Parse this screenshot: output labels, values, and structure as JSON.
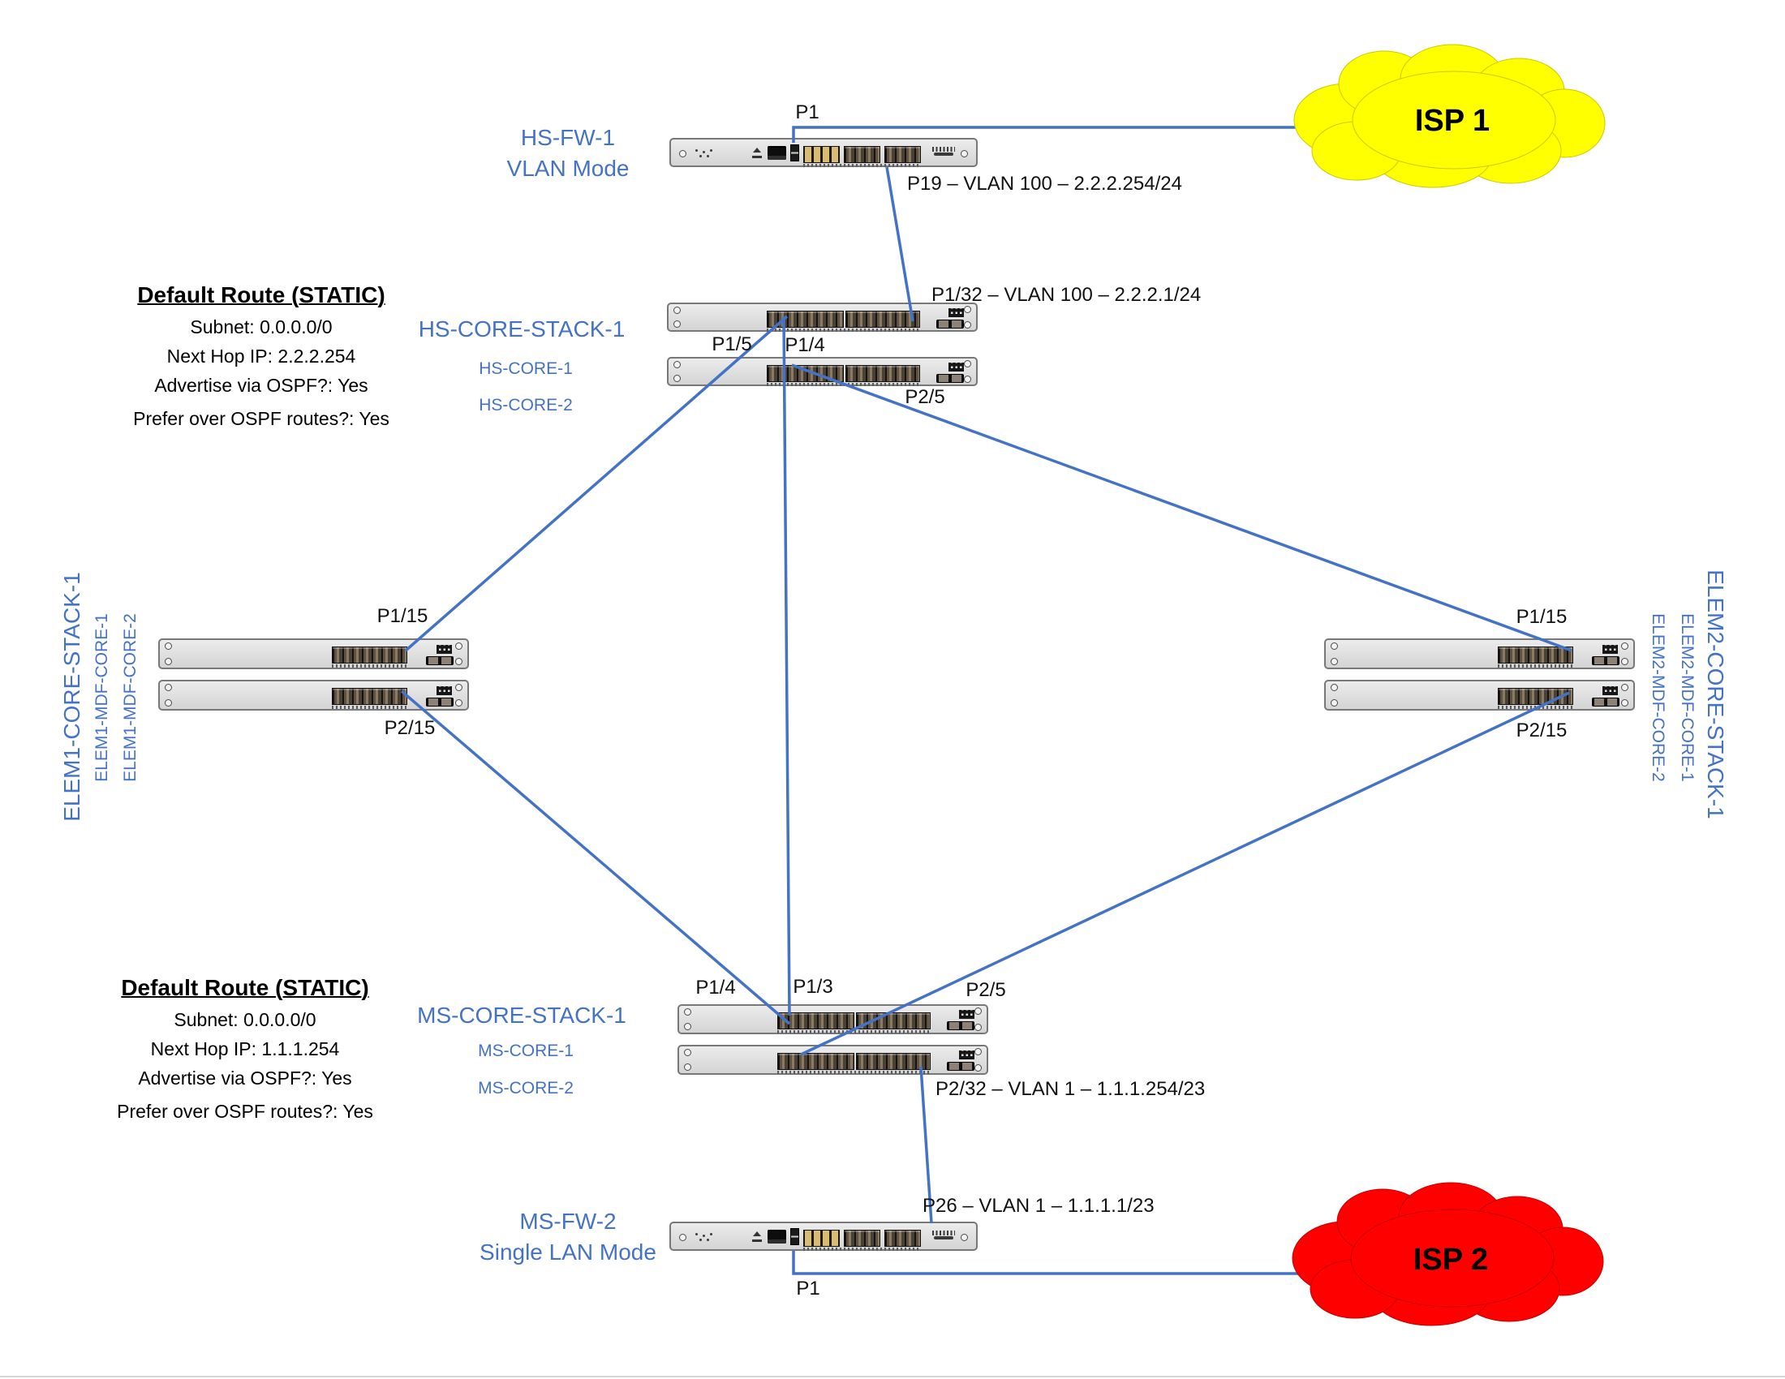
{
  "colors": {
    "connector_blue": "#4472C4",
    "device_label_blue": "#4472C4",
    "cloud_yellow": "#FFFF00",
    "cloud_red": "#FF0000",
    "chassis_gray": "#D9D9D9"
  },
  "isp1": {
    "label": "ISP 1"
  },
  "isp2": {
    "label": "ISP 2"
  },
  "hs_fw": {
    "name": "HS-FW-1",
    "mode": "VLAN Mode",
    "wan_port": "P1",
    "lan_port": "P19 – VLAN 100 – 2.2.2.254/24"
  },
  "hs_core": {
    "stack_name": "HS-CORE-STACK-1",
    "member_1": "HS-CORE-1",
    "member_2": "HS-CORE-2",
    "uplink_port": "P1/32 – VLAN 100 – 2.2.2.1/24",
    "port_to_elem1": "P1/5",
    "port_to_ms": "P1/4",
    "port_to_elem2": "P2/5"
  },
  "hs_route": {
    "title": "Default Route (STATIC)",
    "subnet": "Subnet: 0.0.0.0/0",
    "next_hop": "Next Hop IP: 2.2.2.254",
    "advertise": "Advertise via OSPF?: Yes",
    "prefer": "Prefer over OSPF routes?: Yes"
  },
  "elem1": {
    "stack_name": "ELEM1-CORE-STACK-1",
    "member_1": "ELEM1-MDF-CORE-1",
    "member_2": "ELEM1-MDF-CORE-2",
    "port_up": "P1/15",
    "port_down": "P2/15"
  },
  "elem2": {
    "stack_name": "ELEM2-CORE-STACK-1",
    "member_1": "ELEM2-MDF-CORE-1",
    "member_2": "ELEM2-MDF-CORE-2",
    "port_up": "P1/15",
    "port_down": "P2/15"
  },
  "ms_core": {
    "stack_name": "MS-CORE-STACK-1",
    "member_1": "MS-CORE-1",
    "member_2": "MS-CORE-2",
    "port_to_elem1": "P1/4",
    "port_to_hs": "P1/3",
    "port_to_elem2": "P2/5",
    "downlink_port": "P2/32 – VLAN 1 – 1.1.1.254/23"
  },
  "ms_route": {
    "title": "Default Route (STATIC)",
    "subnet": "Subnet: 0.0.0.0/0",
    "next_hop": "Next Hop IP: 1.1.1.254",
    "advertise": "Advertise via OSPF?: Yes",
    "prefer": "Prefer over OSPF routes?: Yes"
  },
  "ms_fw": {
    "name": "MS-FW-2",
    "mode": "Single LAN Mode",
    "lan_port": "P26 – VLAN 1 – 1.1.1.1/23",
    "wan_port": "P1"
  }
}
